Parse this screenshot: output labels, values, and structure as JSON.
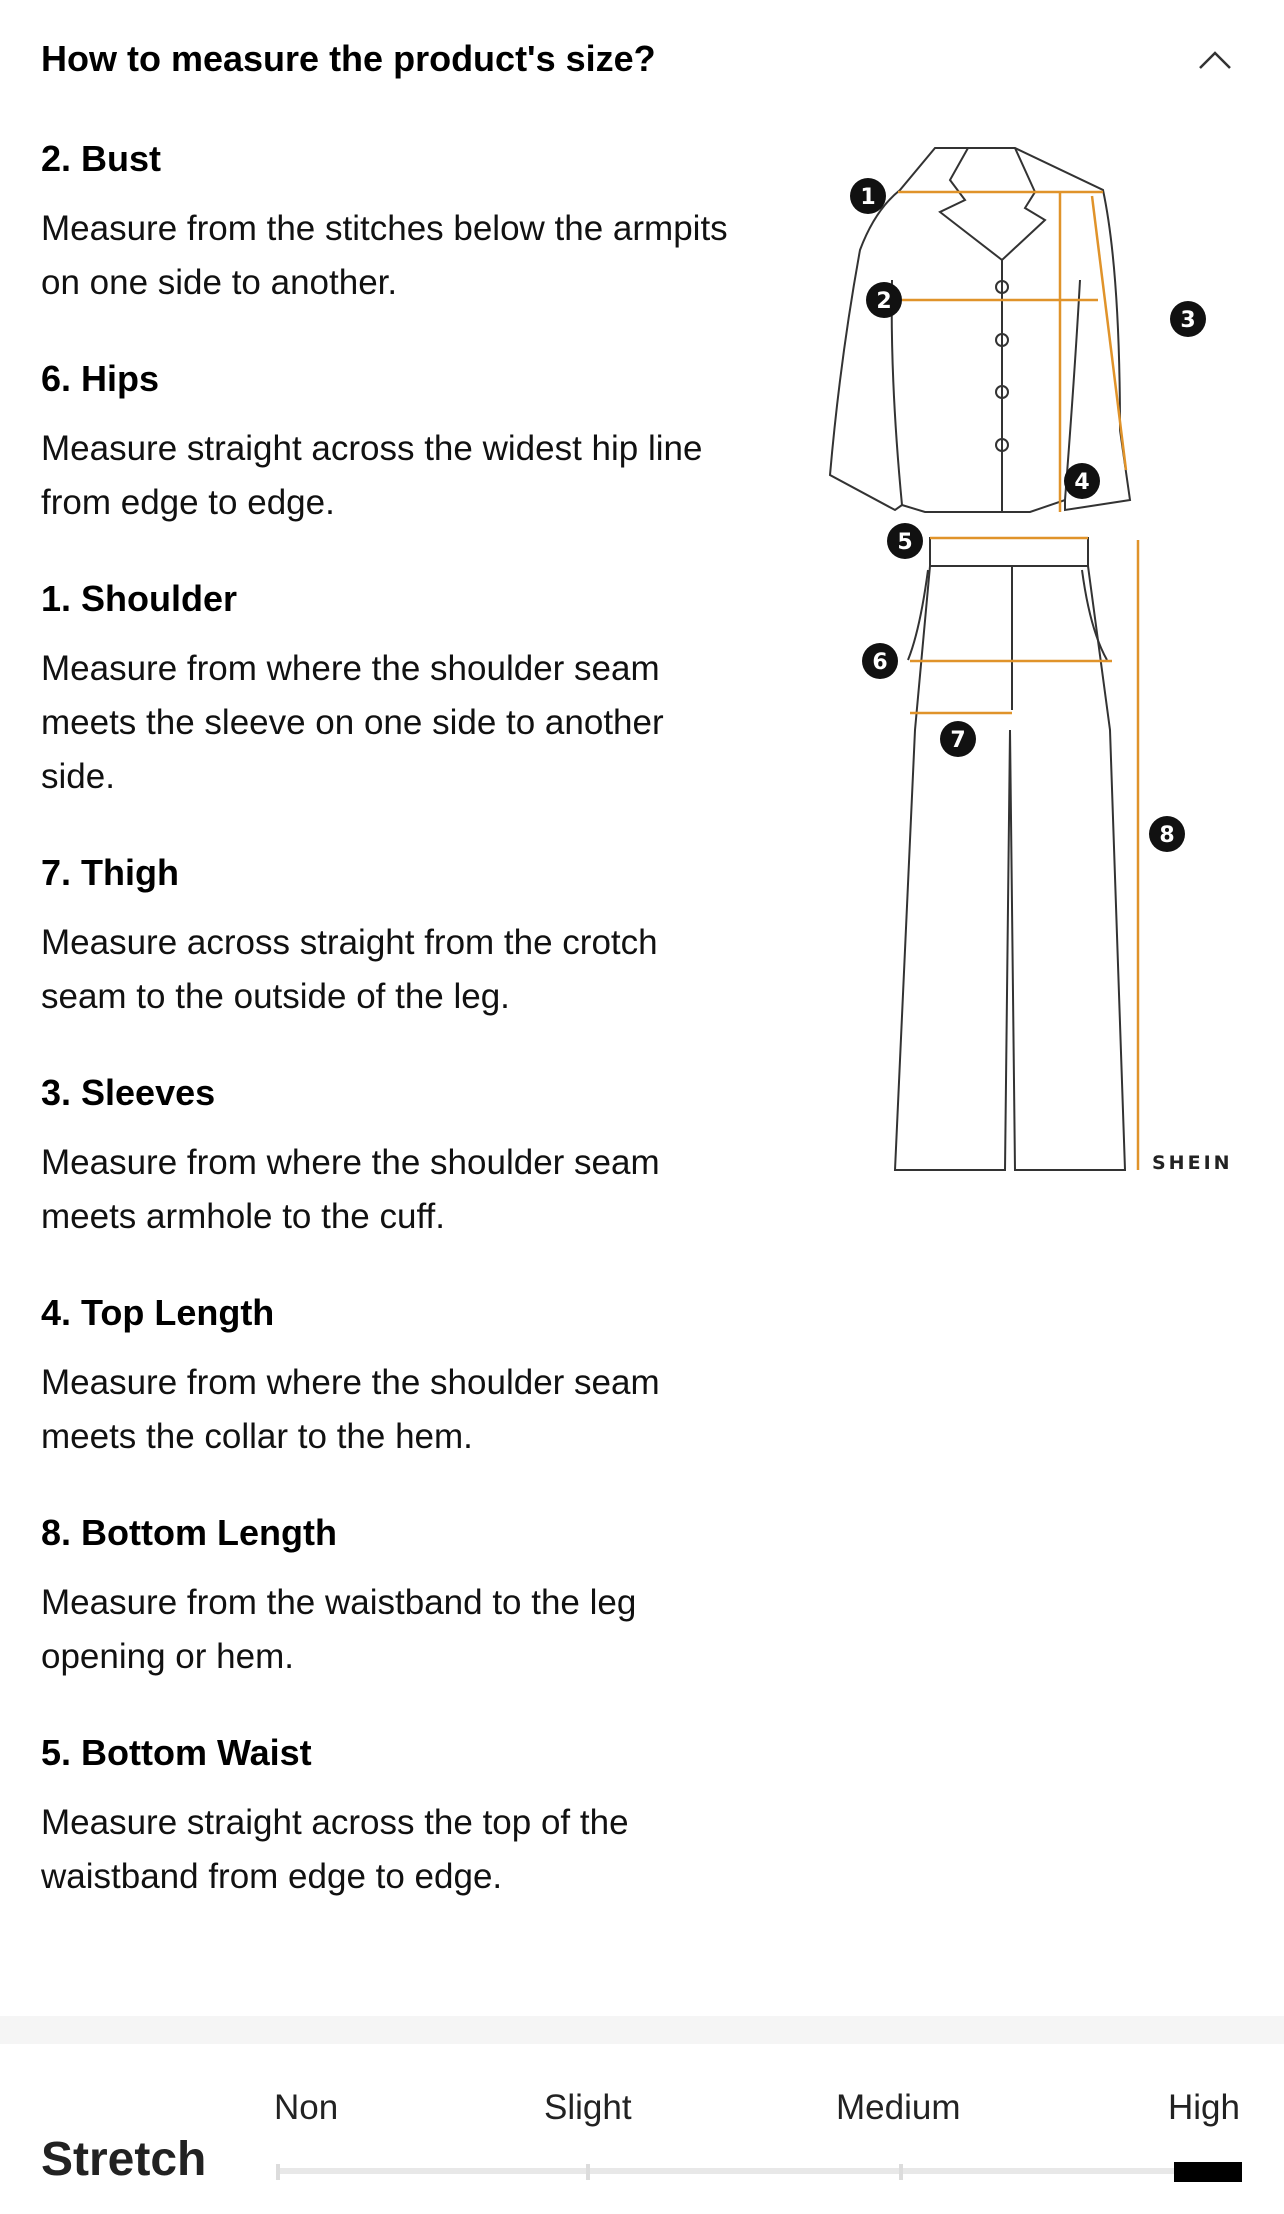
{
  "header": {
    "title": "How to measure the product's size?",
    "collapse_icon": "chevron-up-icon"
  },
  "sections": [
    {
      "title": "2. Bust",
      "desc": "Measure from the stitches below the armpits on one side to another."
    },
    {
      "title": "6. Hips",
      "desc": "Measure straight across the widest hip line from edge to edge."
    },
    {
      "title": "1. Shoulder",
      "desc": "Measure from where the shoulder seam meets the sleeve on one side to another side."
    },
    {
      "title": "7. Thigh",
      "desc": "Measure across straight from the crotch seam to the outside of the leg."
    },
    {
      "title": "3. Sleeves",
      "desc": "Measure from where the shoulder seam meets armhole to the cuff."
    },
    {
      "title": "4. Top Length",
      "desc": "Measure from where the shoulder seam meets the collar to the hem."
    },
    {
      "title": "8. Bottom Length",
      "desc": "Measure from the waistband to the leg opening or hem."
    },
    {
      "title": "5. Bottom Waist",
      "desc": "Measure straight across the top of the waistband from edge to edge."
    }
  ],
  "figure": {
    "markers": [
      "1",
      "2",
      "3",
      "4",
      "5",
      "6",
      "7",
      "8"
    ],
    "brand": "SHEIN",
    "accent_color": "#e0932a"
  },
  "stretch": {
    "label": "Stretch",
    "levels": [
      "Non",
      "Slight",
      "Medium",
      "High"
    ],
    "selected": "High"
  }
}
